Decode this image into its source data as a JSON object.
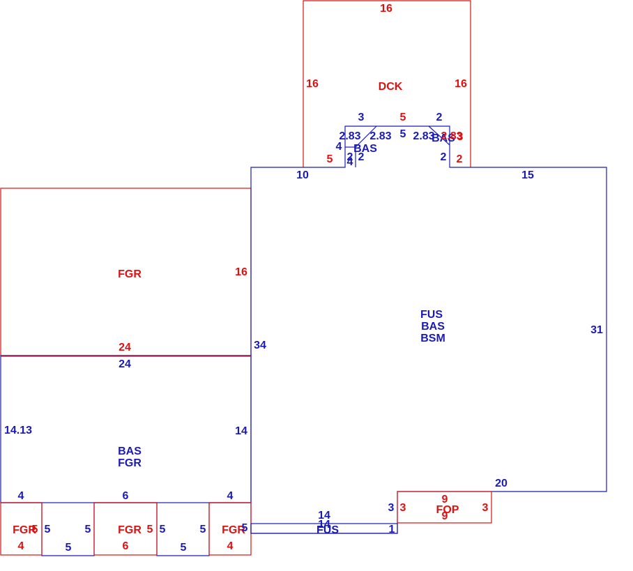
{
  "colors": {
    "red": "#dd1111",
    "blue": "#1a1ab8"
  },
  "areas": {
    "dck": "DCK",
    "fgr_top": "FGR",
    "main": [
      "FUS",
      "BAS",
      "BSM"
    ],
    "bas_small": "BAS",
    "bas_right": "BAS",
    "bas_fgr": [
      "BAS",
      "FGR"
    ],
    "fgr_1": "FGR",
    "fgr_2": "FGR",
    "fgr_3": "FGR",
    "fop": "FOP",
    "fus": "FUS"
  },
  "dims": {
    "dck_top": "16",
    "dck_left": "16",
    "dck_right": "16",
    "dck_bot_left": "5",
    "bump_top_red": "5",
    "bump_r_red1": "3",
    "bump_r_red2": "2",
    "bump_top": "3",
    "bump_top_r": "2",
    "bump_diag1": "2.83",
    "bump_diag2": "2.83",
    "bump_mid": "5",
    "bump_diag3": "2.83",
    "bump_diag4": "2.83",
    "bump_left": "4",
    "bump_l1": "2",
    "bump_l2": "4",
    "bump_l3": "2",
    "bump_r1": "2",
    "main_top_left": "10",
    "main_top_right": "15",
    "main_right": "31",
    "main_left": "34",
    "main_bottom": "20",
    "fgr_top_right": "16",
    "fgr_top_bottom": "24",
    "bas_fgr_top": "24",
    "bas_fgr_left": "14.13",
    "bas_fgr_right": "14",
    "g1_top": "4",
    "g1_bottom": "4",
    "g1_left": "5",
    "g1_right": "5",
    "g2_top": "6",
    "g2_bottom": "6",
    "g2_left": "5",
    "g2_right": "5",
    "g3_top": "4",
    "g3_bottom": "4",
    "g3_left": "5",
    "g3_right": "5",
    "gap1": "5",
    "gap2": "5",
    "fus_top": "14",
    "fus_mid": "14",
    "fus_right": "1",
    "fop_left_blue": "3",
    "fop_left_red": "3",
    "fop_top": "9",
    "fop_bottom": "9",
    "fop_right": "3"
  }
}
